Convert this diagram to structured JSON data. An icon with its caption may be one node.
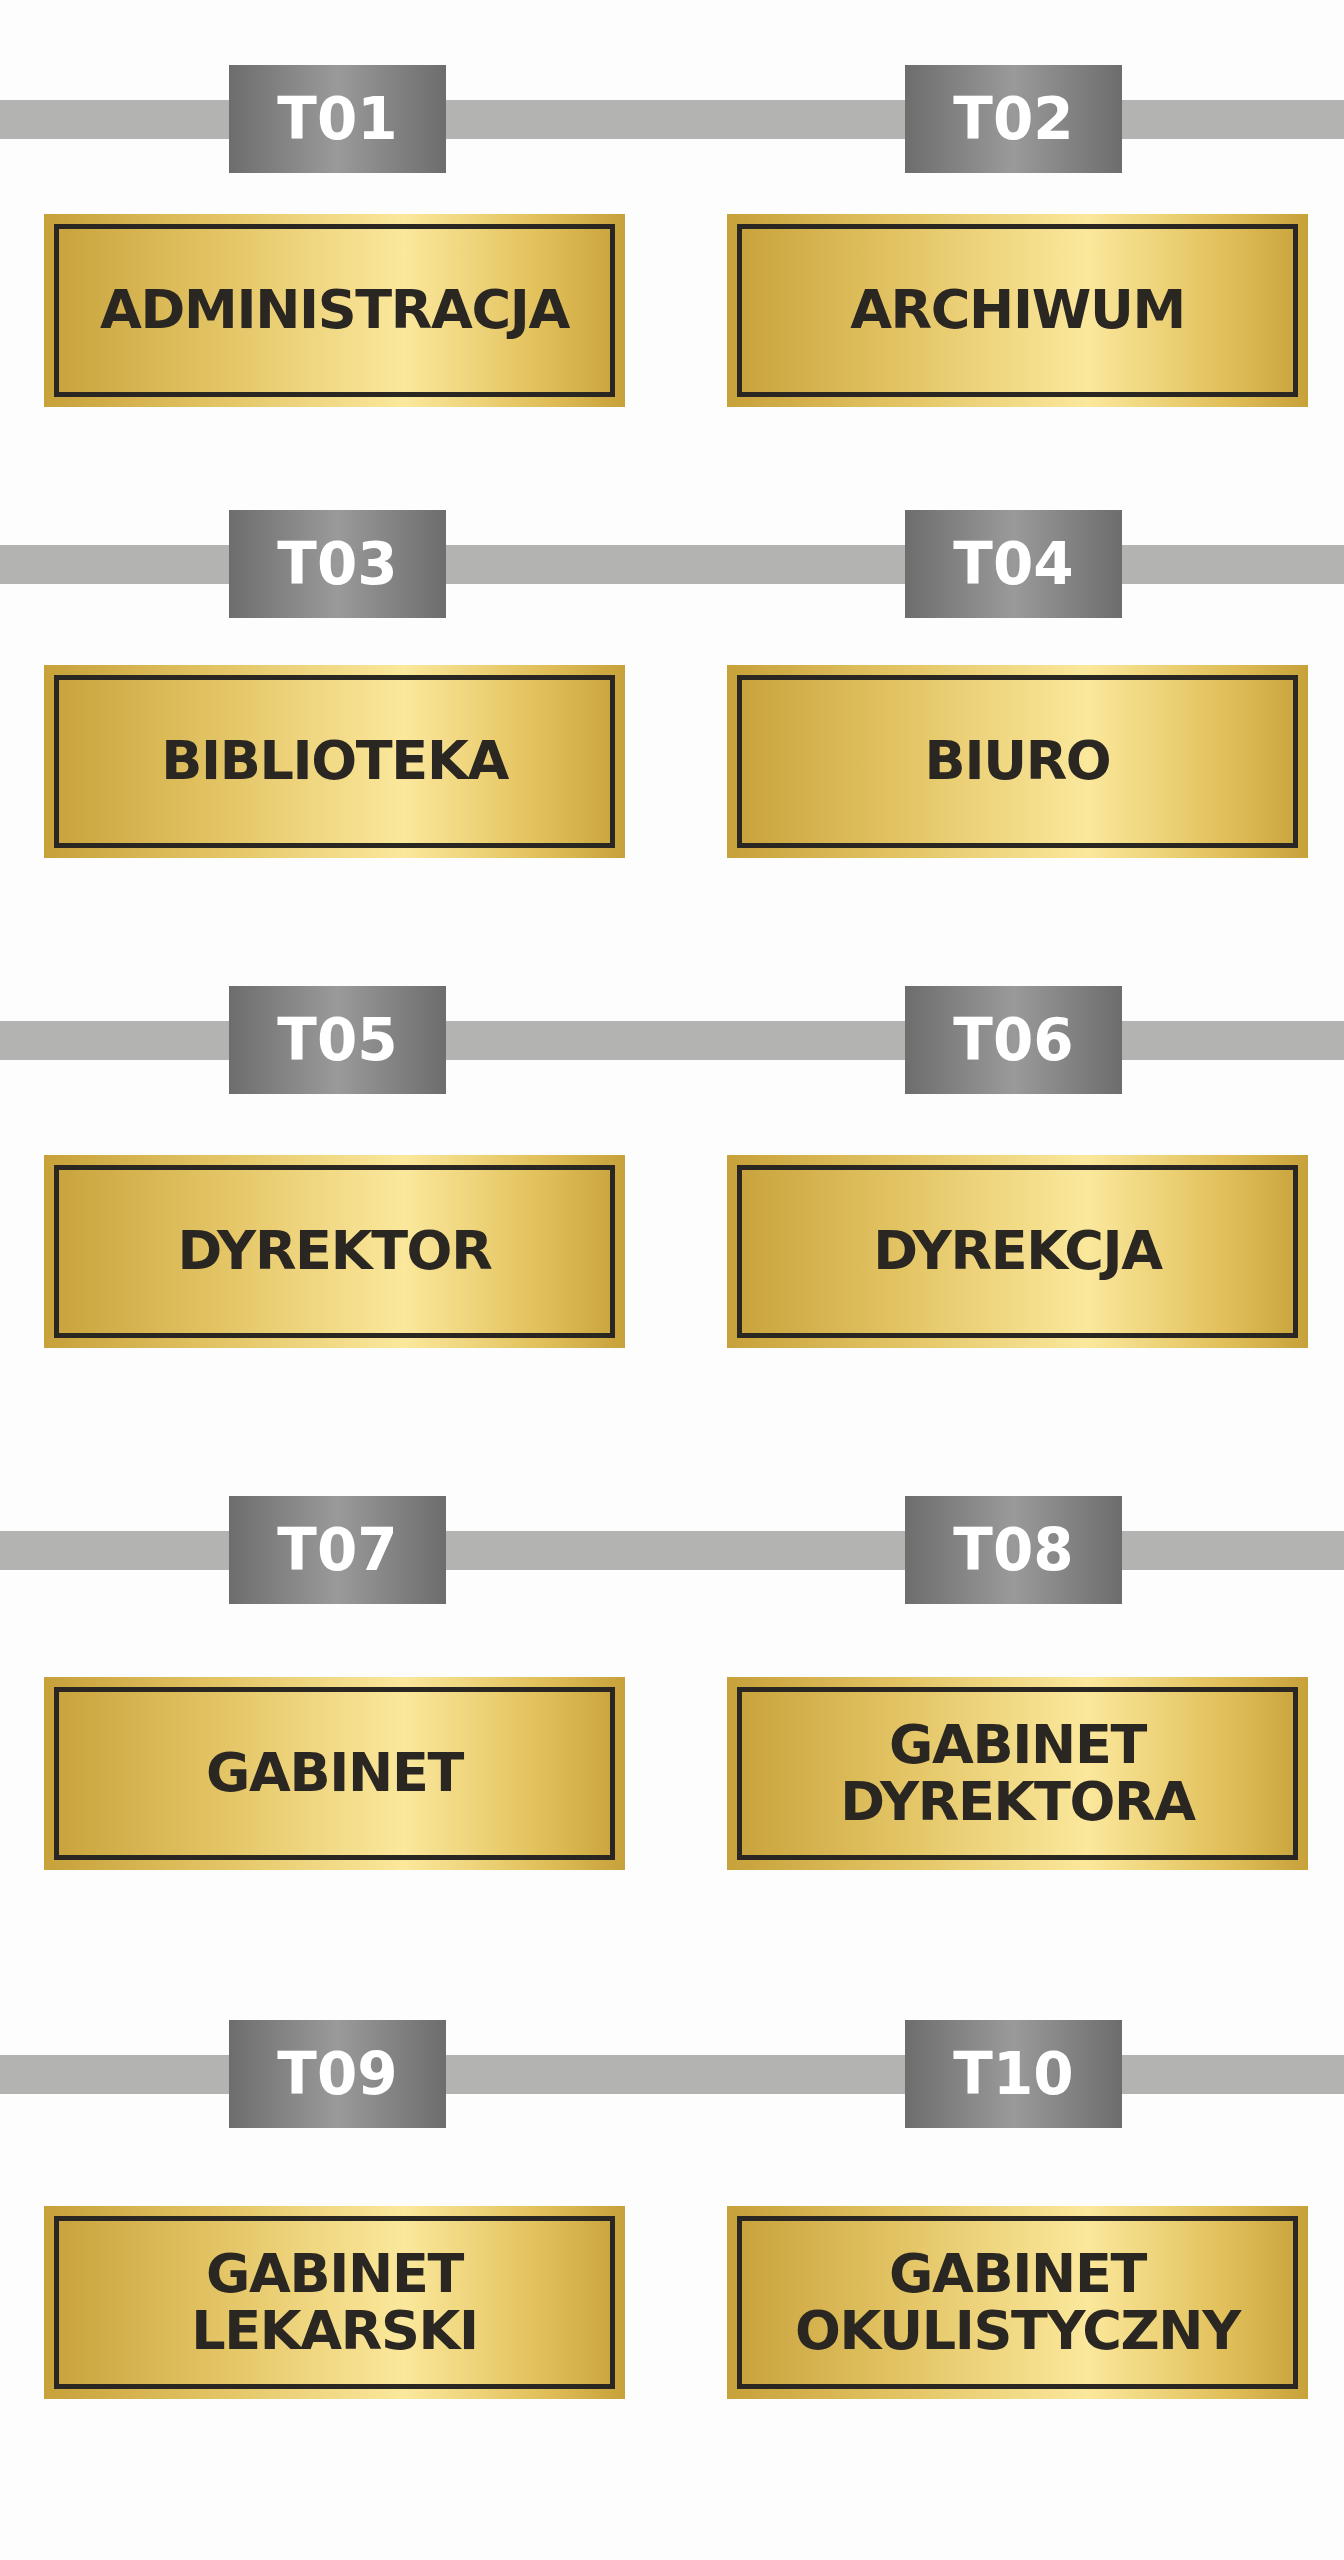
{
  "diagram": {
    "nodes": [
      {
        "text": [],
        "shape": "bar"
      },
      {
        "text": [
          "T01"
        ]
      },
      {
        "text": [
          "T02"
        ]
      },
      {
        "text": [
          "ADMINISTRACJA"
        ]
      },
      {
        "text": [
          "ARCHIWUM"
        ]
      },
      {
        "text": [],
        "shape": "bar"
      },
      {
        "text": [
          "T03"
        ]
      },
      {
        "text": [
          "T04"
        ]
      },
      {
        "text": [
          "BIBLIOTEKA"
        ]
      },
      {
        "text": [
          "BIURO"
        ]
      },
      {
        "text": [],
        "shape": "bar"
      },
      {
        "text": [
          "T05"
        ]
      },
      {
        "text": [
          "T06"
        ]
      },
      {
        "text": [
          "DYREKTOR"
        ]
      },
      {
        "text": [
          "DYREKCJA"
        ]
      },
      {
        "text": [],
        "shape": "bar"
      },
      {
        "text": [
          "T07"
        ]
      },
      {
        "text": [
          "T08"
        ]
      },
      {
        "text": [
          "GABINET"
        ]
      },
      {
        "text": [
          "GABINET DYREKTORA"
        ]
      },
      {
        "text": [],
        "shape": "bar"
      },
      {
        "text": [
          "T09"
        ]
      },
      {
        "text": [
          "T10"
        ]
      },
      {
        "text": [
          "GABINET LEKARSKI"
        ]
      },
      {
        "text": [
          "GABINET OKULISTYCZNY"
        ]
      }
    ]
  }
}
